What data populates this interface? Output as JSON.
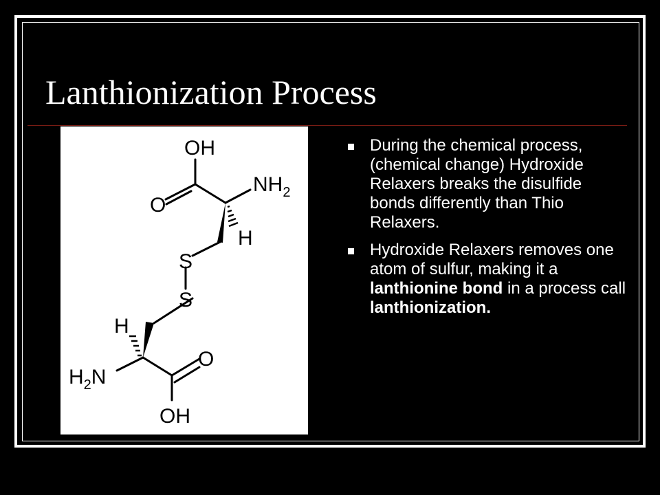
{
  "slide": {
    "title": "Lanthionization Process",
    "colors": {
      "background": "#000000",
      "frame": "#ffffff",
      "rule": "#7a1c14",
      "text": "#ffffff"
    }
  },
  "molecule": {
    "labels": {
      "oh_top": "OH",
      "o_top": "O",
      "nh2_top_main": "NH",
      "nh2_top_sub": "2",
      "h_top": "H",
      "s_upper": "S",
      "s_lower": "S",
      "h_bottom": "H",
      "h2n_h": "H",
      "h2n_sub": "2",
      "h2n_n": "N",
      "o_bottom": "O",
      "oh_bottom": "OH"
    }
  },
  "bullets": {
    "b1": {
      "text": "During the chemical process, (chemical change) Hydroxide Relaxers breaks the disulfide bonds differently than Thio Relaxers."
    },
    "b2": {
      "text_a": "Hydroxide Relaxers removes one atom of sulfur, making it a ",
      "bold_a": "lanthionine bond",
      "text_b": " in a process call ",
      "bold_b": "lanthionization."
    }
  }
}
